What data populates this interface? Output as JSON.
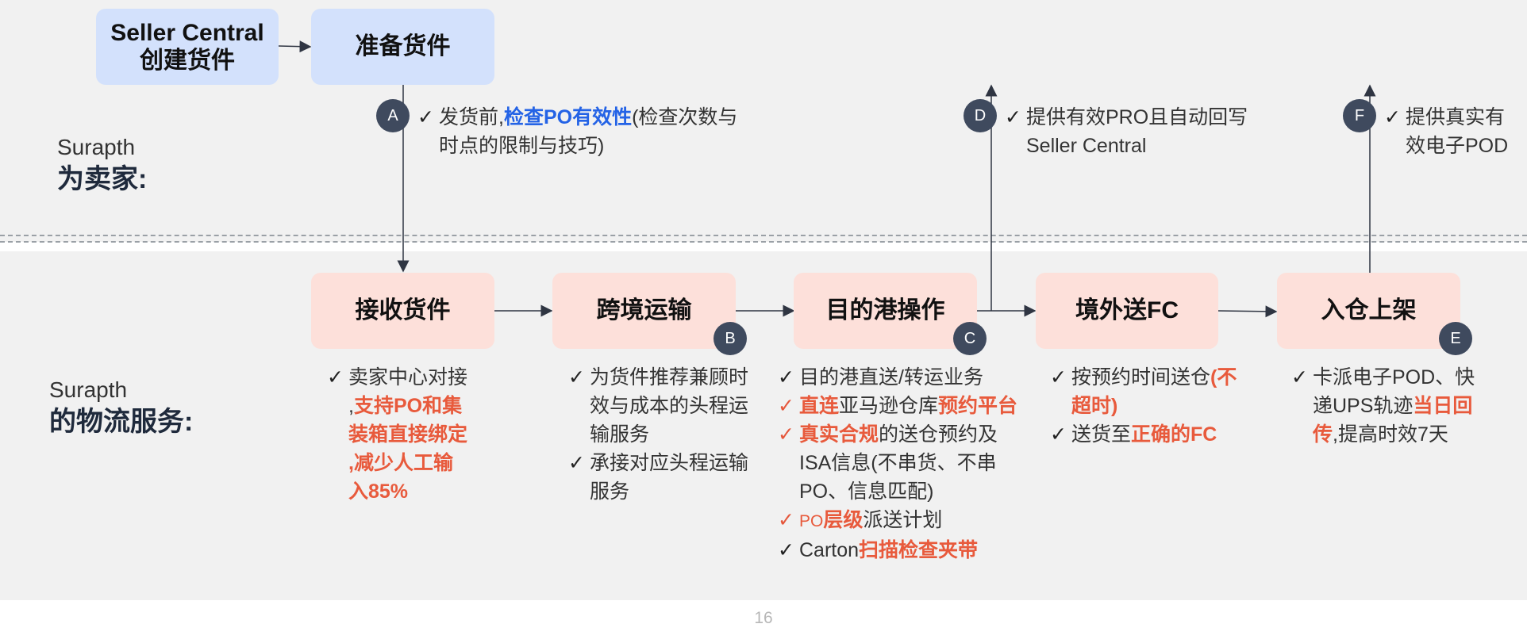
{
  "top_band": {
    "label_en": "Surapth",
    "label_cn": "为卖家:",
    "boxes": [
      {
        "line1": "Seller Central",
        "line2": "创建货件"
      },
      {
        "label": "准备货件"
      }
    ]
  },
  "bottom_band": {
    "label_en": "Surapth",
    "label_cn": "的物流服务:",
    "boxes": [
      "接收货件",
      "跨境运输",
      "目的港操作",
      "境外送FC",
      "入仓上架"
    ]
  },
  "markers": [
    "A",
    "B",
    "C",
    "D",
    "E",
    "F"
  ],
  "notes": {
    "a": {
      "check": "✓",
      "p1": "发货前,",
      "p2": "检查PO有效性",
      "p3": "(检查次数与",
      "line2": "时点的限制与技巧)"
    },
    "d": {
      "check": "✓",
      "line1": "提供有效PRO且自动回写",
      "line2": "Seller Central"
    },
    "f": {
      "check": "✓",
      "line1": "提供真实有",
      "line2": "效电子POD"
    },
    "receive": {
      "check": "✓",
      "line1": "卖家中心对接",
      "line2_a": ",",
      "line2_b": "支持PO和集",
      "line3": "装箱直接绑定",
      "line4": ",减少人工输",
      "line5": "入85%"
    },
    "transport": {
      "check": "✓",
      "item1": [
        "为货件推荐兼顾时",
        "效与成本的头程运",
        "输服务"
      ],
      "item2": [
        "承接对应头程运输",
        "服务"
      ]
    },
    "port": {
      "check": "✓",
      "item1": "目的港直送/转运业务",
      "item2_a": "直连",
      "item2_b": "亚马逊仓库",
      "item2_c": "预约平台",
      "item3_a": "真实合规",
      "item3_b": "的送仓预约及",
      "item3_c": "ISA信息(不串货、不串",
      "item3_d": "PO、信息匹配)",
      "item4_a": "PO",
      "item4_b": "层级",
      "item4_c": "派送计划",
      "item5_a": "Carton",
      "item5_b": "扫描检查夹带"
    },
    "delivery": {
      "check": "✓",
      "item1_a": "按预约时间送仓",
      "item1_b": "(不",
      "item1_c": "超时)",
      "item2_a": "送货至",
      "item2_b": "正确的FC"
    },
    "inbound": {
      "check": "✓",
      "line1": "卡派电子POD、快",
      "line2_a": "递UPS轨迹",
      "line2_b": "当日回",
      "line3_a": "传",
      "line3_b": ",提高时效7天"
    }
  },
  "page_number": "16"
}
